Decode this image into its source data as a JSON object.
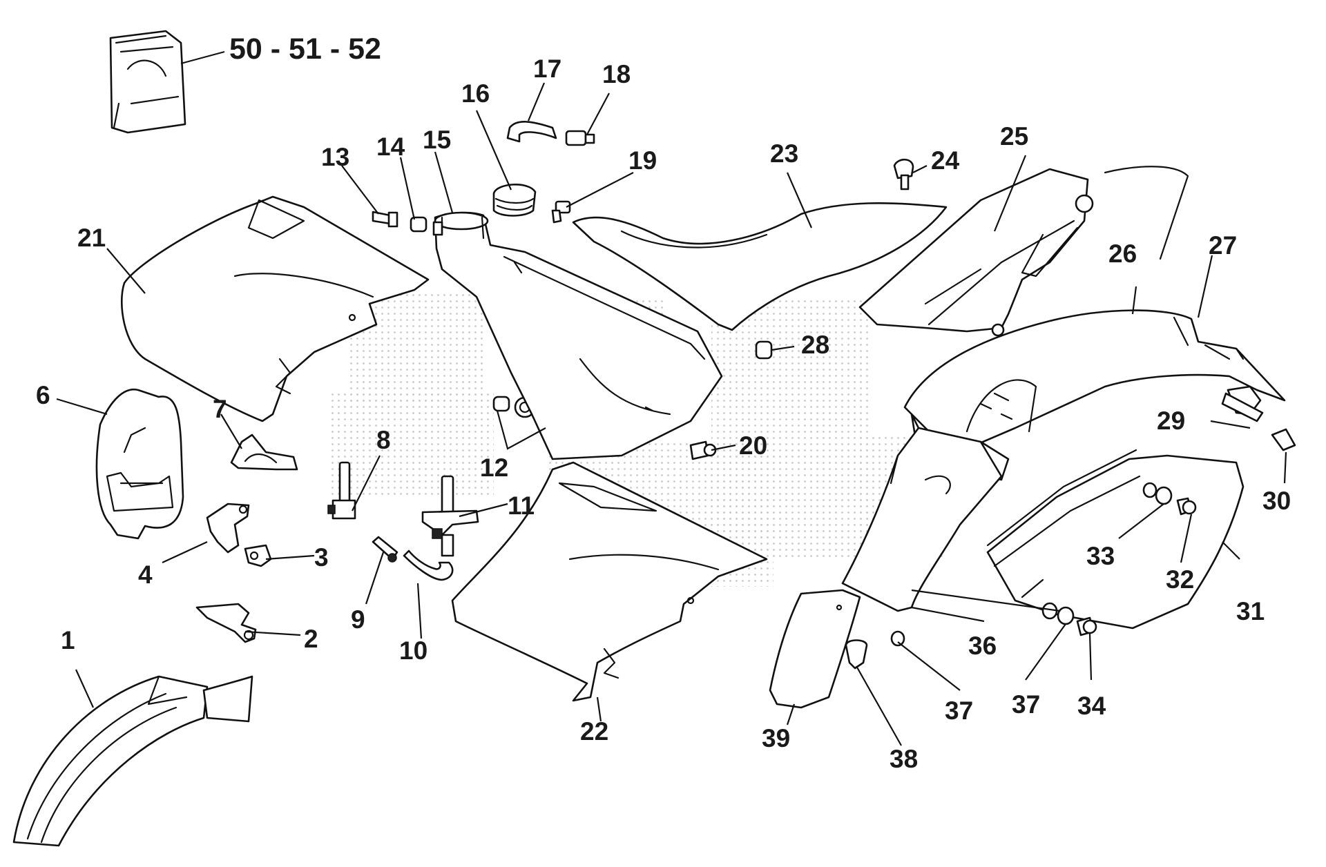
{
  "callouts": {
    "c1": "1",
    "c2": "2",
    "c3": "3",
    "c4": "4",
    "c6": "6",
    "c7": "7",
    "c8": "8",
    "c9": "9",
    "c10": "10",
    "c11": "11",
    "c12": "12",
    "c13": "13",
    "c14": "14",
    "c15": "15",
    "c16": "16",
    "c17": "17",
    "c18": "18",
    "c19": "19",
    "c20": "20",
    "c21": "21",
    "c22": "22",
    "c23": "23",
    "c24": "24",
    "c25": "25",
    "c26": "26",
    "c27": "27",
    "c28": "28",
    "c29": "29",
    "c30": "30",
    "c31": "31",
    "c32": "32",
    "c33": "33",
    "c34": "34",
    "c36": "36",
    "c37a": "37",
    "c37b": "37",
    "c38": "38",
    "c39": "39",
    "c50": "50 - 51 - 52"
  },
  "colors": {
    "line": "#111111",
    "watermark": "#b8b8b8",
    "background": "#ffffff"
  }
}
